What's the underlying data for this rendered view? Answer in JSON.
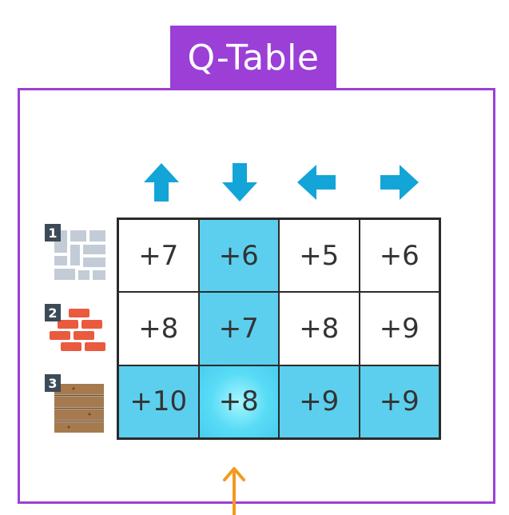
{
  "title": "Q-Table",
  "actions": [
    {
      "icon": "up-arrow-icon"
    },
    {
      "icon": "down-arrow-icon"
    },
    {
      "icon": "left-arrow-icon"
    },
    {
      "icon": "right-arrow-icon"
    }
  ],
  "states": [
    {
      "label": "1",
      "icon": "stone-tile-wall-icon"
    },
    {
      "label": "2",
      "icon": "red-brick-wall-icon"
    },
    {
      "label": "3",
      "icon": "wood-plank-wall-icon"
    }
  ],
  "rows": [
    [
      "+7",
      "+6",
      "+5",
      "+6"
    ],
    [
      "+8",
      "+7",
      "+8",
      "+9"
    ],
    [
      "+10",
      "+8",
      "+9",
      "+9"
    ]
  ],
  "highlight": {
    "column": 1,
    "row": 2,
    "best_cell": [
      2,
      1
    ]
  },
  "colors": {
    "frame": "#9b3fd6",
    "arrow": "#13a4d8",
    "highlight": "#5ccfee",
    "pointer": "#f39a1f"
  }
}
